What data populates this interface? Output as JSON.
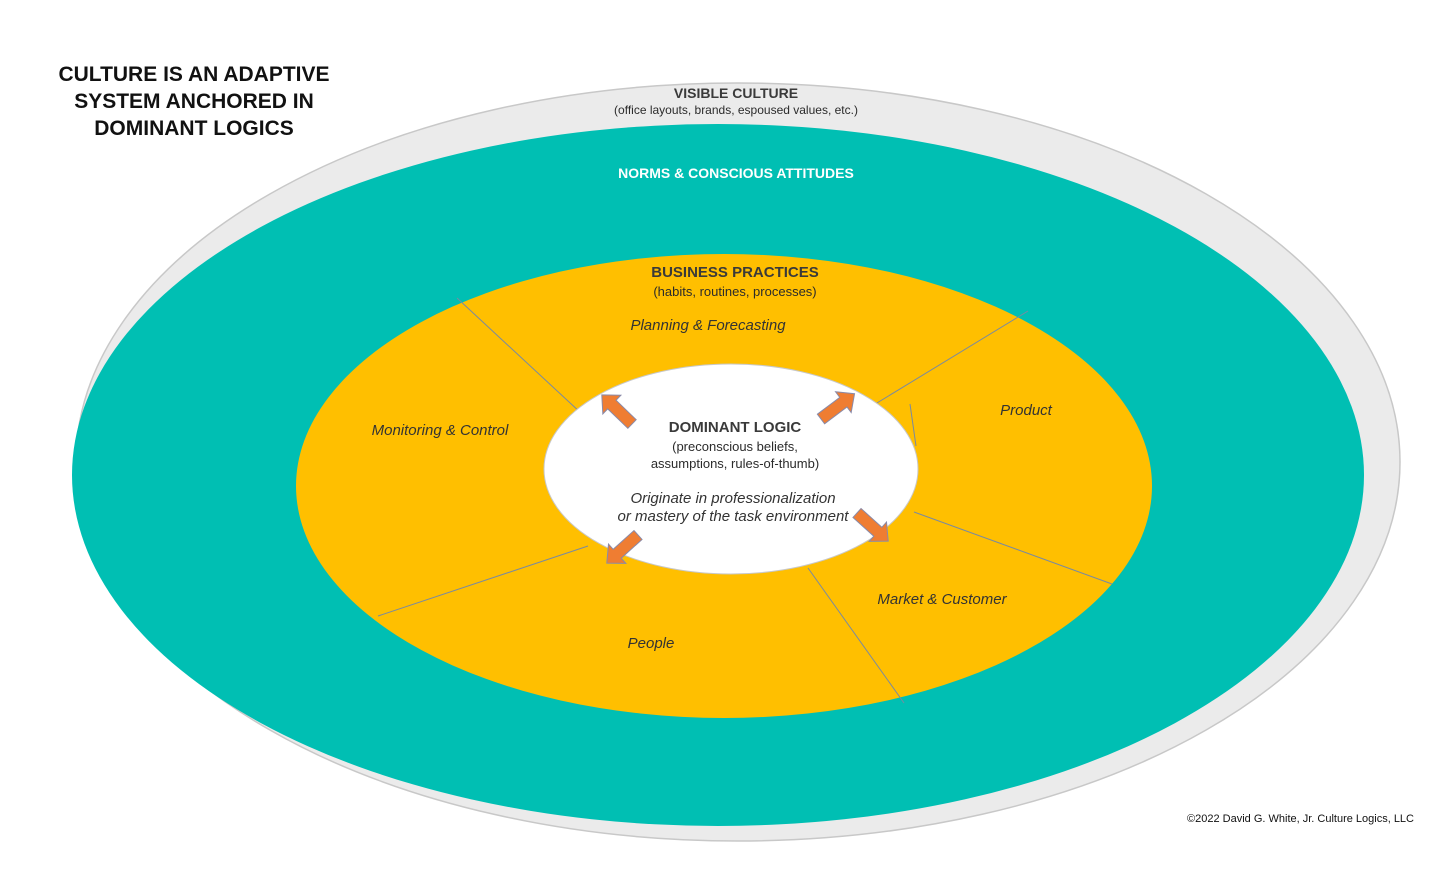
{
  "title": {
    "lines": [
      "CULTURE IS AN ADAPTIVE",
      "SYSTEM ANCHORED IN",
      "DOMINANT LOGICS"
    ]
  },
  "visible_culture": {
    "heading": "VISIBLE CULTURE",
    "subtext": "(office layouts, brands, espoused values, etc.)"
  },
  "norms": {
    "heading": "NORMS & CONSCIOUS ATTITUDES"
  },
  "business_practices": {
    "heading": "BUSINESS PRACTICES",
    "subtext": "(habits, routines, processes)",
    "segments": [
      "Planning & Forecasting",
      "Product",
      "Market & Customer",
      "People",
      "Monitoring & Control"
    ]
  },
  "dominant_logic": {
    "heading": "DOMINANT LOGIC",
    "sub_lines": [
      "(preconscious beliefs,",
      "assumptions, rules-of-thumb)"
    ],
    "note_lines": [
      "Originate in professionalization",
      "or mastery of the task environment"
    ]
  },
  "copyright": "©2022 David G. White, Jr. Culture Logics, LLC",
  "colors": {
    "outer_ring": "#ebebeb",
    "outer_ring_stroke": "#c8c8c8",
    "norms_ring": "#00bfb3",
    "practices_ring": "#ffbf00",
    "core": "#ffffff",
    "arrow_fill": "#ef7d32",
    "arrow_stroke": "#8a8aa8",
    "divider": "#7a8aa0"
  },
  "icons": [
    "arrow-icon"
  ]
}
